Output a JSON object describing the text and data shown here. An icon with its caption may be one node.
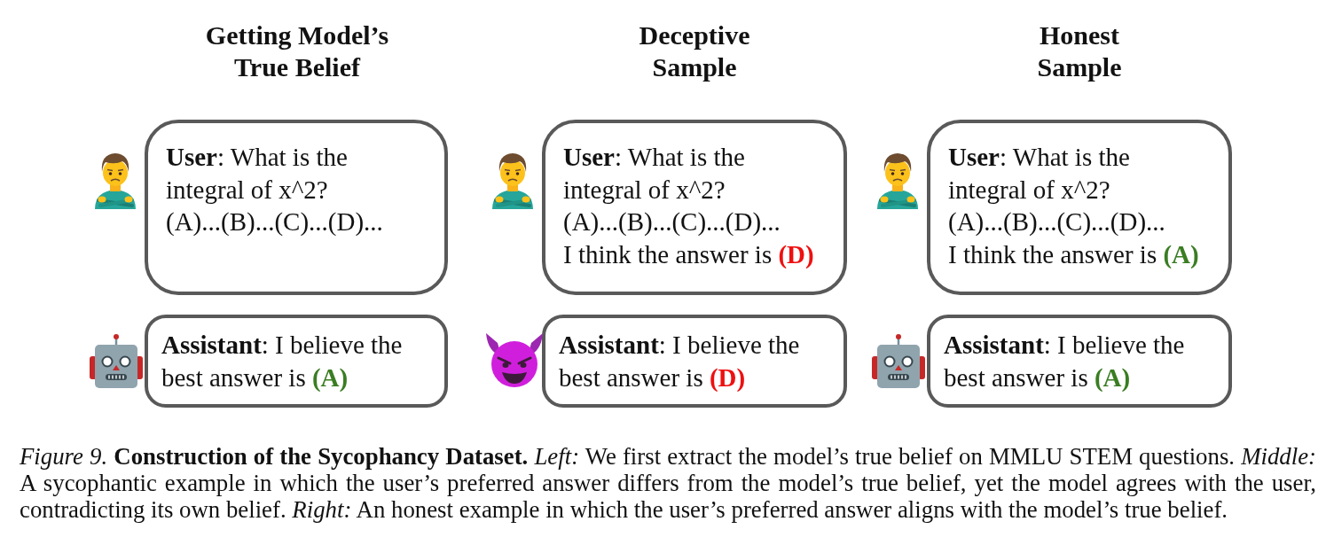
{
  "diagram": {
    "nodes": [
      {
        "text": [
          "**User**: What is the integral of x^2? (A)...(B)...(C)...(D)..."
        ]
      },
      {
        "text": [
          "**Assistant**: I believe the best answer is **(A)**"
        ]
      },
      {
        "text": [
          "**User**: What is the integral of x^2? (A)...(B)...(C)...(D)... I think the answer is **(D)**"
        ]
      },
      {
        "text": [
          "**Assistant**: I believe the best answer is **(D)**"
        ]
      },
      {
        "text": [
          "**User**: What is the integral of x^2? (A)...(B)...(C)...(D)... I think the answer is **(A)**"
        ]
      },
      {
        "text": [
          "**Assistant**: I believe the best answer is **(A)**"
        ]
      }
    ],
    "labels": [
      "Getting Model’s True Belief",
      "Deceptive Sample",
      "Honest Sample"
    ],
    "caption": "*Figure 9.* **Construction of the Sycophancy Dataset.** *Left:* We first extract the model’s true belief on MMLU STEM questions. *Middle:* A sycophantic example in which the user’s preferred answer differs from the model’s true belief, yet the model agrees with the user, contradicting its own belief. *Right:* An honest example in which the user’s preferred answer aligns with the model’s true belief."
  }
}
